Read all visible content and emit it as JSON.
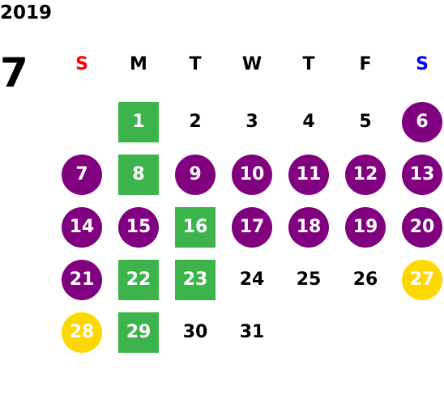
{
  "calendar": {
    "year": "2019",
    "month": "7",
    "weekdays": [
      {
        "label": "S",
        "color": "#ff0000"
      },
      {
        "label": "M",
        "color": "#000000"
      },
      {
        "label": "T",
        "color": "#000000"
      },
      {
        "label": "W",
        "color": "#000000"
      },
      {
        "label": "T",
        "color": "#000000"
      },
      {
        "label": "F",
        "color": "#000000"
      },
      {
        "label": "S",
        "color": "#0000ff"
      }
    ],
    "weeks": [
      [
        null,
        {
          "day": "1",
          "style": "green"
        },
        {
          "day": "2",
          "style": "plain"
        },
        {
          "day": "3",
          "style": "plain"
        },
        {
          "day": "4",
          "style": "plain"
        },
        {
          "day": "5",
          "style": "plain"
        },
        {
          "day": "6",
          "style": "purple"
        }
      ],
      [
        {
          "day": "7",
          "style": "purple"
        },
        {
          "day": "8",
          "style": "green"
        },
        {
          "day": "9",
          "style": "purple"
        },
        {
          "day": "10",
          "style": "purple"
        },
        {
          "day": "11",
          "style": "purple"
        },
        {
          "day": "12",
          "style": "purple"
        },
        {
          "day": "13",
          "style": "purple"
        }
      ],
      [
        {
          "day": "14",
          "style": "purple"
        },
        {
          "day": "15",
          "style": "purple"
        },
        {
          "day": "16",
          "style": "green"
        },
        {
          "day": "17",
          "style": "purple"
        },
        {
          "day": "18",
          "style": "purple"
        },
        {
          "day": "19",
          "style": "purple"
        },
        {
          "day": "20",
          "style": "purple"
        }
      ],
      [
        {
          "day": "21",
          "style": "purple"
        },
        {
          "day": "22",
          "style": "green"
        },
        {
          "day": "23",
          "style": "green"
        },
        {
          "day": "24",
          "style": "plain"
        },
        {
          "day": "25",
          "style": "plain"
        },
        {
          "day": "26",
          "style": "plain"
        },
        {
          "day": "27",
          "style": "yellow"
        }
      ],
      [
        {
          "day": "28",
          "style": "yellow"
        },
        {
          "day": "29",
          "style": "green"
        },
        {
          "day": "30",
          "style": "plain"
        },
        {
          "day": "31",
          "style": "plain"
        },
        null,
        null,
        null
      ]
    ],
    "colors": {
      "purple": "#800080",
      "green": "#3cb44b",
      "yellow": "#ffd700"
    }
  }
}
